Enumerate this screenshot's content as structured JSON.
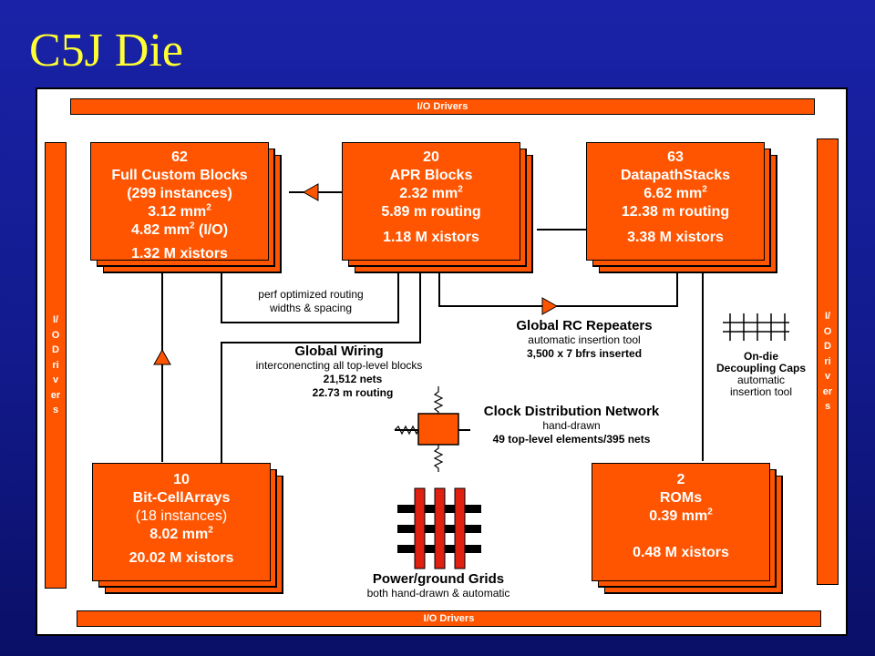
{
  "title": "C5J Die",
  "io": {
    "top": "I/O Drivers",
    "bottom": "I/O Drivers",
    "left": "I/O Drivers",
    "right": "I/O Drivers"
  },
  "blocks": {
    "full_custom": {
      "count": "62",
      "name": "Full Custom Blocks",
      "instances": "(299 instances)",
      "area": "3.12 mm",
      "io_area": "4.82 mm",
      "io_suffix": " (I/O)",
      "xistors": "1.32 M xistors"
    },
    "apr": {
      "count": "20",
      "name": "APR Blocks",
      "area": "2.32 mm",
      "routing": "5.89 m routing",
      "xistors": "1.18 M xistors"
    },
    "datapath": {
      "count": "63",
      "name": "DatapathStacks",
      "area": "6.62 mm",
      "routing": "12.38 m routing",
      "xistors": "3.38 M xistors"
    },
    "bitcell": {
      "count": "10",
      "name": "Bit-CellArrays",
      "instances": "(18 instances)",
      "area": "8.02 mm",
      "xistors": "20.02 M xistors"
    },
    "roms": {
      "count": "2",
      "name": "ROMs",
      "area": "0.39 mm",
      "xistors": "0.48 M xistors"
    },
    "area_exp": "2"
  },
  "notes": {
    "perf_routing": [
      "perf optimized routing",
      "widths & spacing"
    ],
    "rc_repeaters": {
      "title": "Global RC Repeaters",
      "line1": "automatic insertion tool",
      "line2": "3,500 x 7 bfrs inserted"
    },
    "global_wiring": {
      "title": "Global Wiring",
      "line1": "interconencting all top-level  blocks",
      "line2": "21,512 nets",
      "line3": "22.73 m routing"
    },
    "clock": {
      "title": "Clock Distribution Network",
      "line1": "hand-drawn",
      "line2": "49 top-level elements/395 nets"
    },
    "decap": {
      "title1": "On-die",
      "title2": "Decoupling Caps",
      "line1": "automatic",
      "line2": "insertion tool"
    },
    "power": {
      "title": "Power/ground Grids",
      "line1": "both hand-drawn & automatic"
    }
  }
}
